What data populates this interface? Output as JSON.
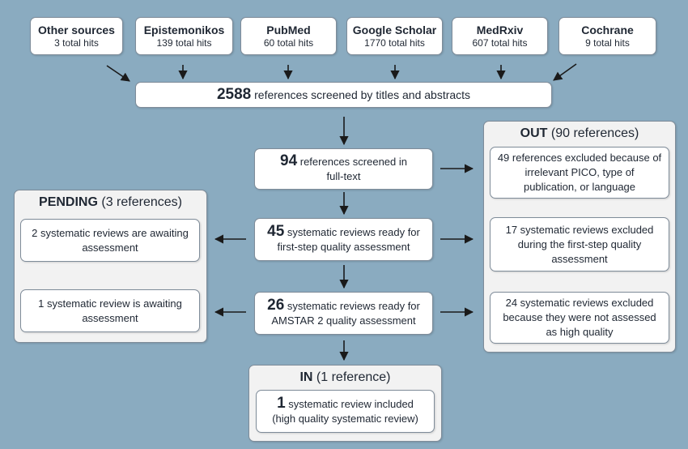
{
  "sources": [
    {
      "name": "Other sources",
      "hits": "3 total hits"
    },
    {
      "name": "Epistemonikos",
      "hits": "139 total hits"
    },
    {
      "name": "PubMed",
      "hits": "60 total hits"
    },
    {
      "name": "Google Scholar",
      "hits": "1770 total hits"
    },
    {
      "name": "MedRxiv",
      "hits": "607 total hits"
    },
    {
      "name": "Cochrane",
      "hits": "9 total hits"
    }
  ],
  "screened": {
    "number": "2588",
    "text": " references screened by titles and abstracts"
  },
  "fulltext": {
    "number": "94",
    "line1": " references screened in",
    "line2": "full-text"
  },
  "first_step": {
    "number": "45",
    "line1": " systematic reviews ready for",
    "line2": "first-step quality assessment"
  },
  "amstar": {
    "number": "26",
    "line1": " systematic reviews ready for",
    "line2": "AMSTAR 2 quality assessment"
  },
  "out": {
    "title_bold": "OUT",
    "title_rest": " (90 references)",
    "items": [
      {
        "line1": "49 references excluded because of",
        "line2": "irrelevant PICO, type of",
        "line3": "publication, or language"
      },
      {
        "line1": "17 systematic reviews excluded",
        "line2": "during the first-step quality",
        "line3": "assessment"
      },
      {
        "line1": "24 systematic reviews excluded",
        "line2": "because they were not assessed",
        "line3": "as high quality"
      }
    ]
  },
  "pending": {
    "title_bold": "PENDING",
    "title_rest": " (3 references)",
    "items": [
      {
        "line1": "2 systematic reviews are awaiting",
        "line2": "assessment"
      },
      {
        "line1": "1 systematic review is awaiting",
        "line2": "assessment"
      }
    ]
  },
  "in": {
    "title_bold": "IN",
    "title_rest": " (1 reference)",
    "number": "1",
    "line1": " systematic review included",
    "line2": "(high quality systematic review)"
  },
  "colors": {
    "background": "#8aabc0",
    "box": "#ffffff",
    "panel": "#f2f2f2",
    "arrow": "#1a1a1a"
  }
}
